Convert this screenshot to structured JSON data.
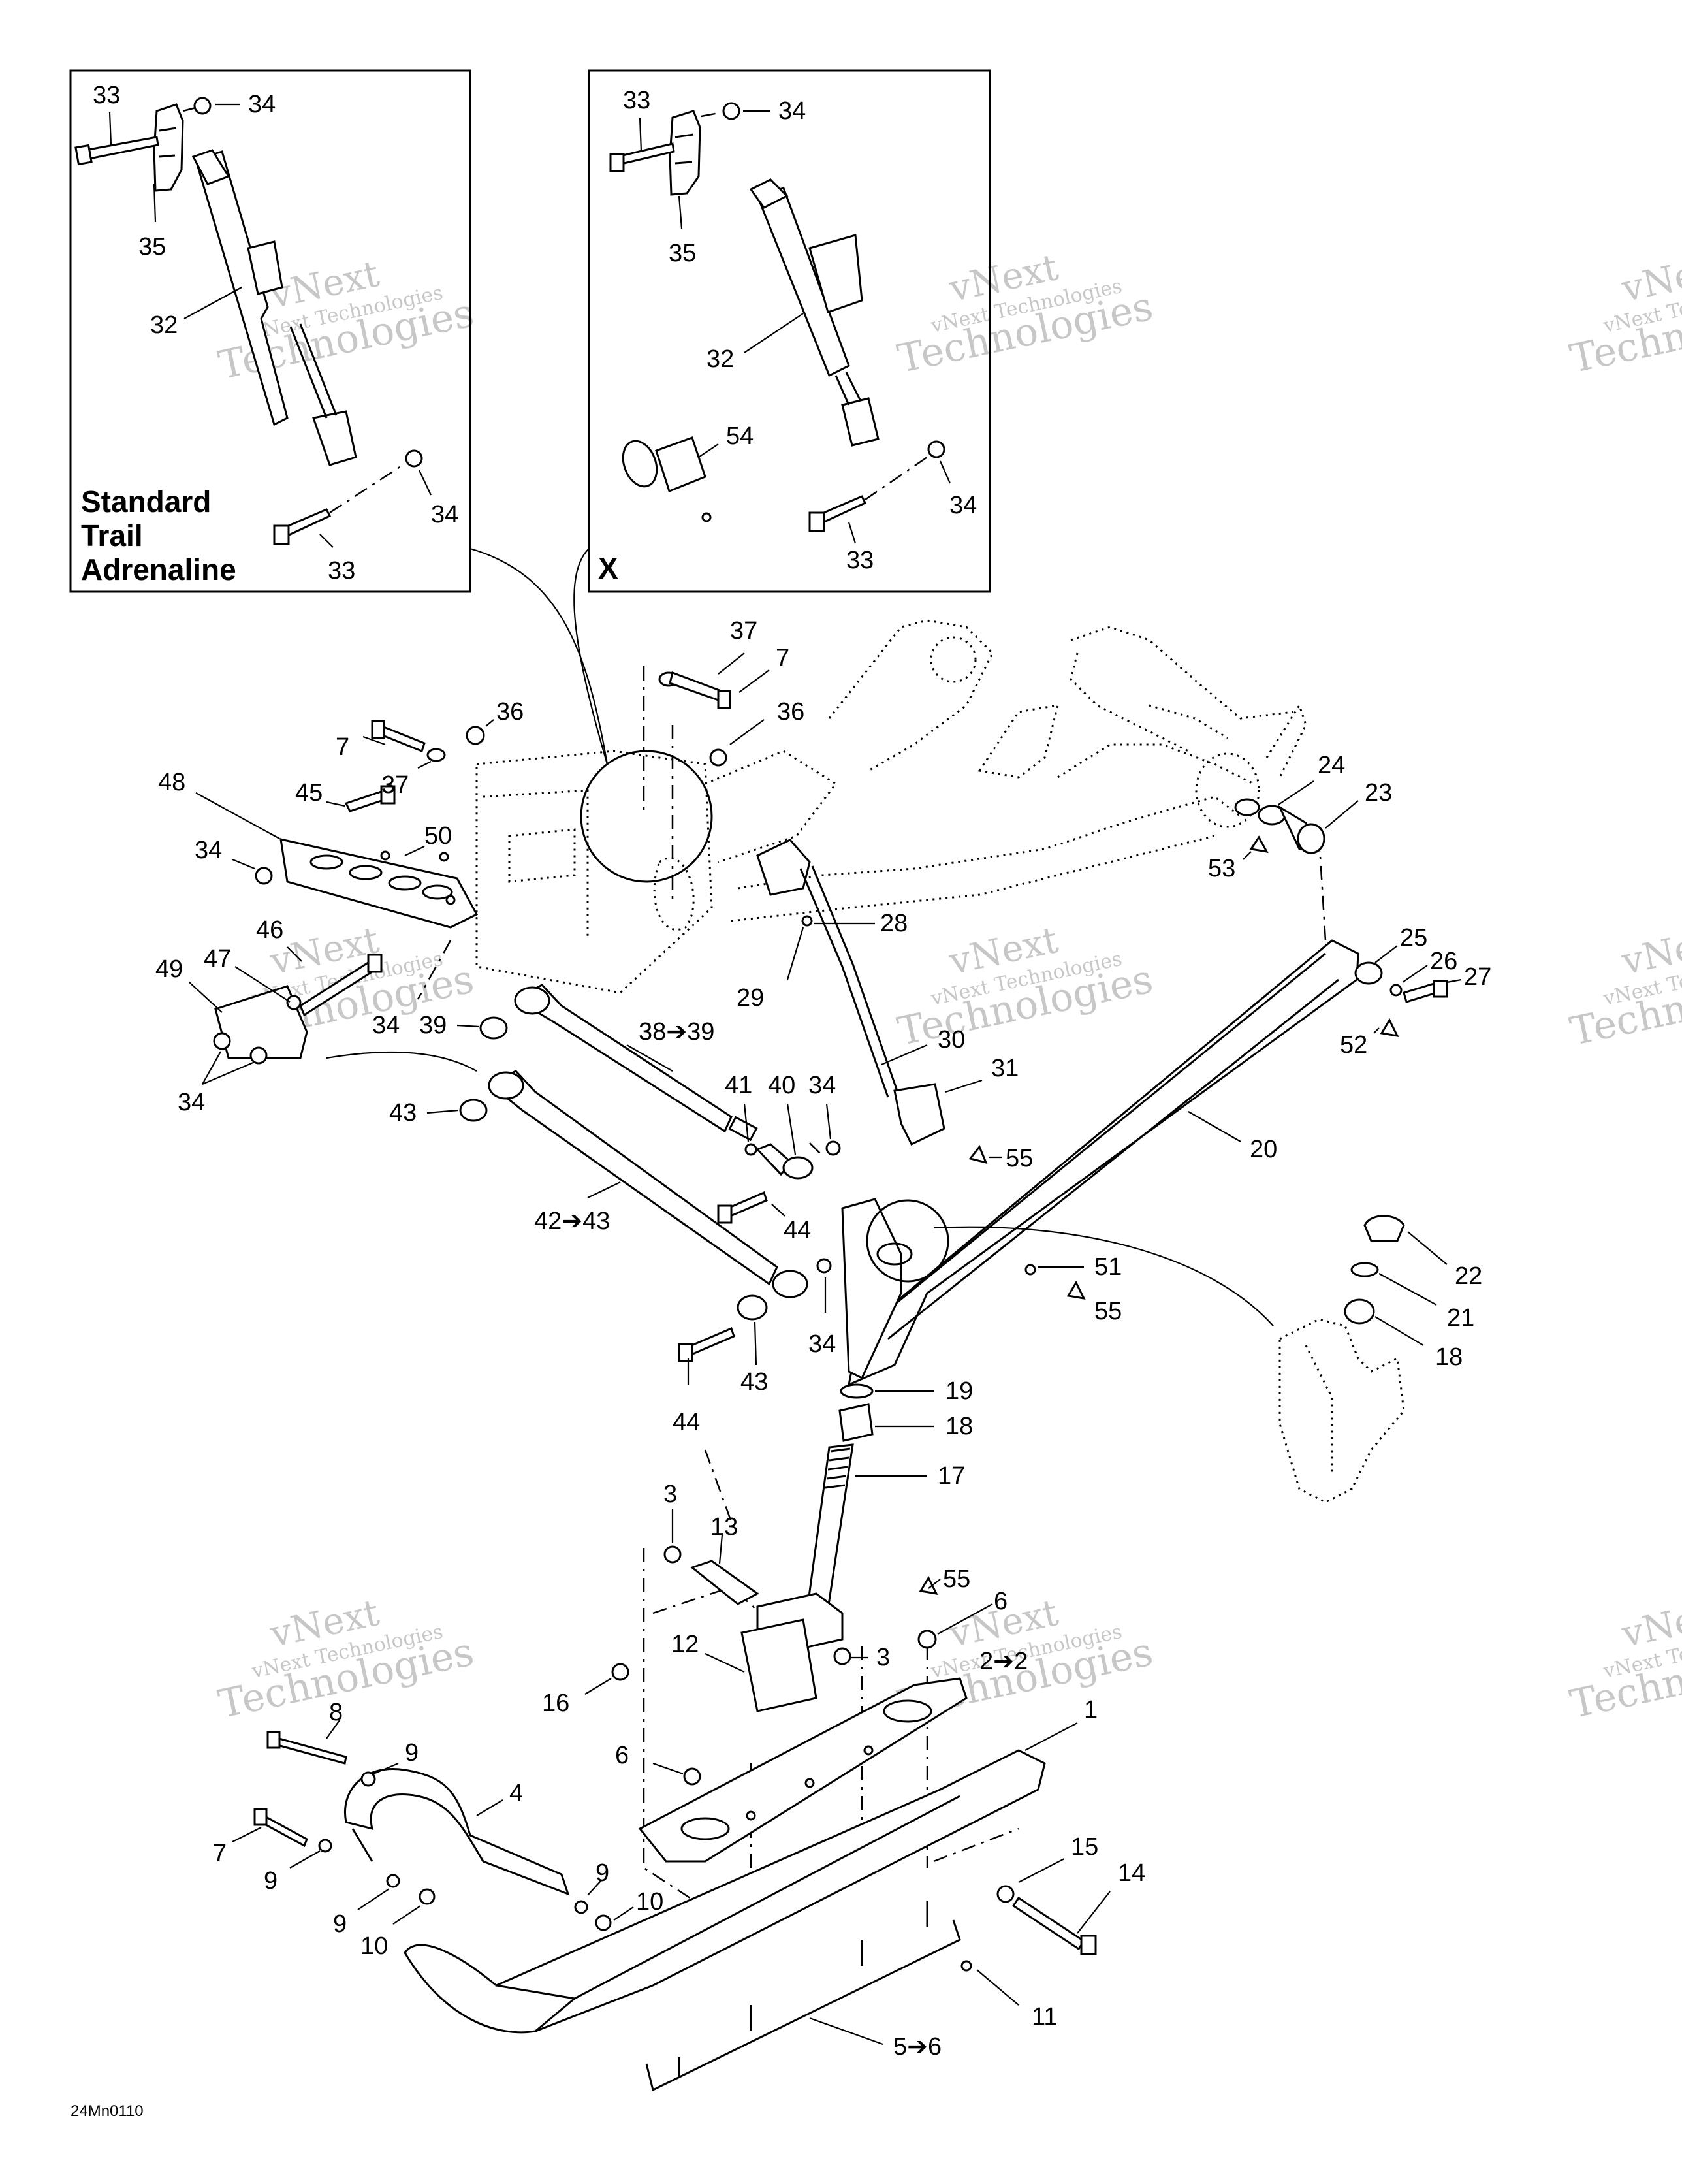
{
  "variant_labels": [
    "Standard",
    "Trail",
    "Adrenaline"
  ],
  "inset_x_label": "X",
  "drawing_code": "24Mn0110",
  "watermark": {
    "line1": "vNext",
    "line2": "vNext Technologies",
    "line3": "Technologies"
  },
  "callouts": {
    "a33a": "33",
    "a34a": "34",
    "a35": "35",
    "a32": "32",
    "a34b": "34",
    "a33b": "33",
    "b33a": "33",
    "b34a": "34",
    "b35": "35",
    "b32": "32",
    "b54": "54",
    "b34b": "34",
    "b33b": "33",
    "c37a": "37",
    "c7a": "7",
    "c36a": "36",
    "c7b": "7",
    "c36b": "36",
    "c37b": "37",
    "c48": "48",
    "c45": "45",
    "c50": "50",
    "c34a": "34",
    "c46": "46",
    "c47": "47",
    "c49": "49",
    "c34b": "34",
    "c39": "39",
    "c34c": "34",
    "c3839": "38➔39",
    "c43a": "43",
    "c41": "41",
    "c40": "40",
    "c34d": "34",
    "c4243": "42➔43",
    "c44a": "44",
    "c43b": "43",
    "c44b": "44",
    "c34e": "34",
    "c28": "28",
    "c29": "29",
    "c30": "30",
    "c31": "31",
    "c55a": "55",
    "c24": "24",
    "c23": "23",
    "c53": "53",
    "c25": "25",
    "c26": "26",
    "c27": "27",
    "c52": "52",
    "c20": "20",
    "c51": "51",
    "c55b": "55",
    "c22": "22",
    "c21": "21",
    "c18a": "18",
    "c19": "19",
    "c18b": "18",
    "c17": "17",
    "c3a": "3",
    "c13": "13",
    "c55c": "55",
    "c6a": "6",
    "c12": "12",
    "c3b": "3",
    "c22b": "2➔2",
    "c1": "1",
    "c16": "16",
    "c8": "8",
    "c9a": "9",
    "c4": "4",
    "c6b": "6",
    "c7c": "7",
    "c9b": "9",
    "c9c": "9",
    "c10a": "10",
    "c9d": "9",
    "c10b": "10",
    "c15": "15",
    "c14": "14",
    "c11": "11",
    "c56": "5➔6"
  }
}
